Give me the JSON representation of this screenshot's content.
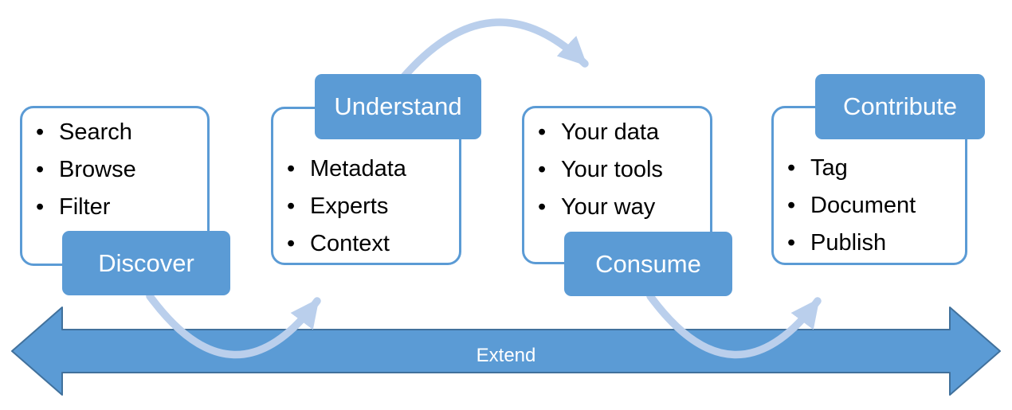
{
  "diagram": {
    "stages": [
      {
        "label": "Discover",
        "label_position": "bottom",
        "items": [
          "Search",
          "Browse",
          "Filter"
        ]
      },
      {
        "label": "Understand",
        "label_position": "top",
        "items": [
          "Metadata",
          "Experts",
          "Context"
        ]
      },
      {
        "label": "Consume",
        "label_position": "bottom",
        "items": [
          "Your data",
          "Your tools",
          "Your way"
        ]
      },
      {
        "label": "Contribute",
        "label_position": "top",
        "items": [
          "Tag",
          "Document",
          "Publish"
        ]
      }
    ],
    "extend_arrow": {
      "label": "Extend",
      "direction": "double-headed-horizontal"
    },
    "connector_arrows": [
      {
        "from": "Discover",
        "to": "Understand",
        "shape": "concave-arc"
      },
      {
        "from": "Understand",
        "to": "Consume",
        "shape": "convex-arc"
      },
      {
        "from": "Consume",
        "to": "Contribute",
        "shape": "concave-arc"
      }
    ],
    "colors": {
      "accent": "#5B9BD5",
      "accent_dark": "#41719C",
      "card_border": "#5B9BD5",
      "arc": "#BACFEC",
      "text": "#000000",
      "label_text": "#FFFFFF"
    }
  }
}
